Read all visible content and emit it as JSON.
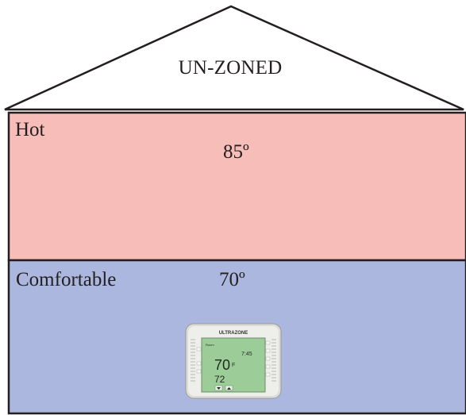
{
  "house": {
    "roof_title": "UN-ZONED",
    "zones": [
      {
        "label": "Hot",
        "temperature": "85º",
        "color": "#f7bdb8"
      },
      {
        "label": "Comfortable",
        "temperature": "70º",
        "color": "#abb7de"
      }
    ]
  },
  "thermostat": {
    "brand": "ULTRAZONE",
    "screen_color": "#9ccc98",
    "current_temp": "70",
    "unit": "F",
    "set_temp": "72",
    "time": "7:45",
    "icon": "thermostat-icon"
  }
}
